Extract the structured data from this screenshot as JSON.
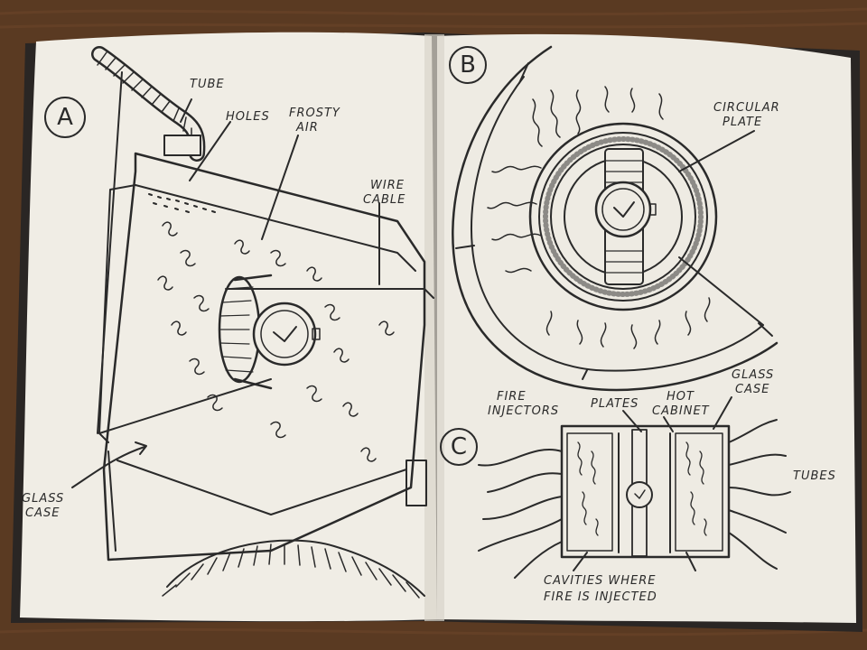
{
  "sketch_a": {
    "letter": "A",
    "labels": {
      "tube": "TUBE",
      "holes": "HOLES",
      "frosty_air_1": "FROSTY",
      "frosty_air_2": "AIR",
      "wire_cable_1": "WIRE",
      "wire_cable_2": "CABLE",
      "glass_case_1": "GLASS",
      "glass_case_2": "CASE"
    }
  },
  "sketch_b": {
    "letter": "B",
    "labels": {
      "circular_plate_1": "CIRCULAR",
      "circular_plate_2": "PLATE",
      "fire_injectors_1": "FIRE",
      "fire_injectors_2": "INJECTORS"
    }
  },
  "sketch_c": {
    "letter": "C",
    "labels": {
      "plates": "PLATES",
      "hot_cabinet_1": "HOT",
      "hot_cabinet_2": "CABINET",
      "glass_case_1": "GLASS",
      "glass_case_2": "CASE",
      "tubes": "TUBES",
      "cavities_1": "CAVITIES WHERE",
      "cavities_2": "FIRE IS INJECTED"
    }
  },
  "colors": {
    "table": "#5a3a22",
    "paper": "#f1eee6",
    "ink": "#2a2a2a"
  }
}
